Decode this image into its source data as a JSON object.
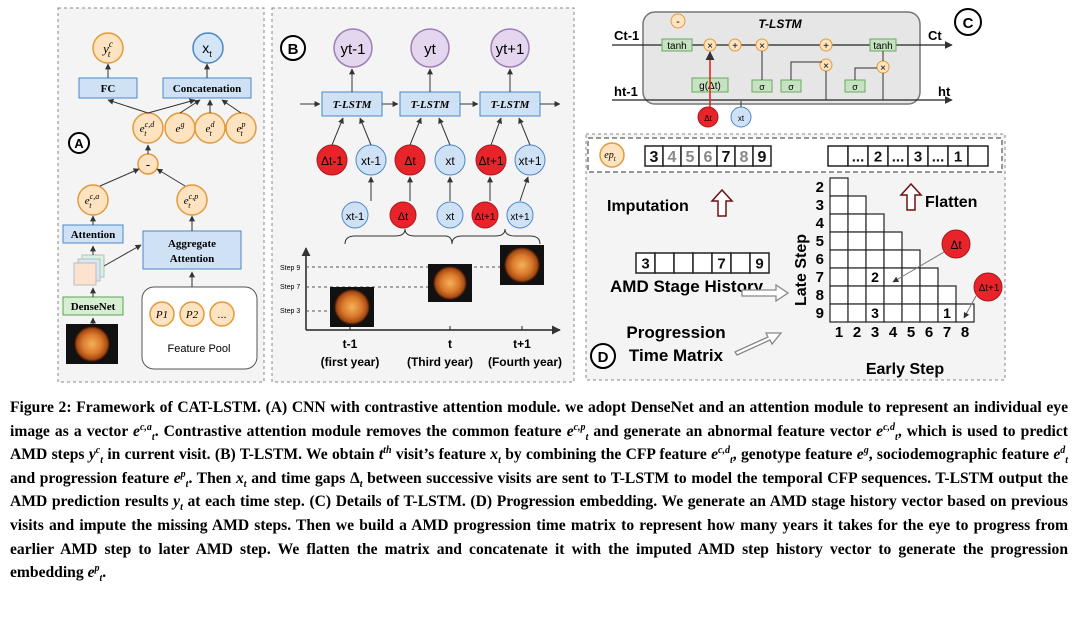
{
  "panelA": {
    "badge": "A",
    "fc_label": "FC",
    "concat_label": "Concatenation",
    "output_y": "y",
    "output_y_sup": "c",
    "output_y_sub": "t",
    "output_x": "x",
    "output_x_sub": "t",
    "minus_label": "-",
    "attention_label": "Attention",
    "densenet_label": "DenseNet",
    "aggregate_label_1": "Aggregate",
    "aggregate_label_2": "Attention",
    "feature_pool_label": "Feature Pool",
    "pool_items": [
      "P1",
      "P2",
      "..."
    ],
    "emb_e": "e",
    "emb_sup_cd": "c,d",
    "emb_sup_g": "g",
    "emb_sup_d": "d",
    "emb_sup_p": "p",
    "emb_sup_ca": "c,a",
    "emb_sup_cp": "c,p",
    "emb_sub_t": "t"
  },
  "panelB": {
    "badge": "B",
    "outputs": [
      "yt-1",
      "yt",
      "yt+1"
    ],
    "cells": [
      "T-LSTM",
      "T-LSTM",
      "T-LSTM"
    ],
    "deltas_top": [
      "Δt-1",
      "Δt",
      "Δt+1"
    ],
    "xs_top": [
      "xt-1",
      "xt",
      "xt+1"
    ],
    "bottom_nodes": [
      "xt-1",
      "Δt",
      "xt",
      "Δt+1",
      "xt+1"
    ],
    "steps": [
      "Step 9",
      "Step 7",
      "Step 3"
    ],
    "times": [
      "t-1",
      "t",
      "t+1"
    ],
    "years": [
      "(first year)",
      "(Third year)",
      "(Fourth year)"
    ]
  },
  "panelC": {
    "badge": "C",
    "title": "T-LSTM",
    "c_prev": "Ct-1",
    "c_next": "Ct",
    "h_prev": "ht-1",
    "h_next": "ht",
    "tanh1": "tanh",
    "tanh2": "tanh",
    "g_label": "g(Δt)",
    "minus": "-",
    "sigma": "σ",
    "delta_in": "Δt",
    "x_in": "xt"
  },
  "panelD": {
    "badge": "D",
    "ep_label": "ep",
    "ep_sub": "t",
    "imputed_cells": [
      "3",
      "4",
      "5",
      "6",
      "7",
      "8",
      "9"
    ],
    "flat_cells": [
      "",
      "...",
      "2",
      "...",
      "3",
      "...",
      "1",
      ""
    ],
    "imputation_label": "Imputation",
    "flatten_label": "Flatten",
    "history_cells": [
      "3",
      "",
      "",
      "",
      "7",
      "",
      "9"
    ],
    "history_label": "AMD Stage History",
    "matrix_label_1": "Progression",
    "matrix_label_2": "Time Matrix",
    "late_step_label": "Late Step",
    "early_step_label": "Early Step",
    "row_labels": [
      "2",
      "3",
      "4",
      "5",
      "6",
      "7",
      "8",
      "9"
    ],
    "col_labels": [
      "1",
      "2",
      "3",
      "4",
      "5",
      "6",
      "7",
      "8"
    ],
    "matrix_values": [
      "2",
      "3",
      "1"
    ],
    "delta_t": "Δt",
    "delta_t1": "Δt+1"
  },
  "caption": {
    "figure_label": "Figure 2:",
    "seg1": "Framework of CAT-LSTM. (A) CNN with contrastive attention module. we adopt DenseNet and an attention module to represent an individual eye image as a vector",
    "seg2": ". Contrastive attention module removes the common feature",
    "seg3": "and generate an abnormal feature vector",
    "seg4": ", which is used to predict AMD steps",
    "seg5": "in current visit. (B) T-LSTM. We obtain",
    "seg6": "visit’s feature",
    "seg7": "by combining the CFP feature",
    "seg8": ", genotype feature",
    "seg9": ", sociodemographic feature",
    "seg10": "and progression feature",
    "seg11": ". Then",
    "seg12": "and time gaps",
    "seg13": "between successive visits are sent to T-LSTM to model the temporal CFP sequences. T-LSTM output the AMD prediction results",
    "seg14": "at each time step. (C) Details of T-LSTM. (D) Progression embedding. We generate an AMD stage history vector based on previous visits and impute the missing AMD steps. Then we build a AMD progression time matrix to represent how many years it takes for the eye to progress from earlier AMD step to later AMD step. We flatten the matrix and concatenate it with the imputed AMD step history vector to generate the progression embedding",
    "seg15": "."
  }
}
